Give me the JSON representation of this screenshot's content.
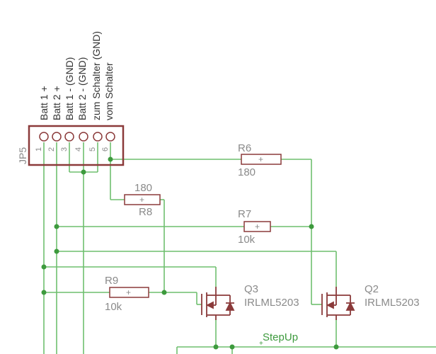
{
  "connector": {
    "ref": "JP5",
    "pins": [
      {
        "num": "1",
        "label": "Batt 1 +"
      },
      {
        "num": "2",
        "label": "Batt 2 +"
      },
      {
        "num": "3",
        "label": "Batt 1 - (GND)"
      },
      {
        "num": "4",
        "label": "Batt 2 - (GND)"
      },
      {
        "num": "5",
        "label": "zum Schalter (GND)"
      },
      {
        "num": "6",
        "label": "vom Schalter"
      }
    ]
  },
  "resistors": [
    {
      "ref": "R6",
      "value": "180"
    },
    {
      "ref": "R8",
      "value": "180"
    },
    {
      "ref": "R7",
      "value": "10k"
    },
    {
      "ref": "R9",
      "value": "10k"
    }
  ],
  "transistors": [
    {
      "ref": "Q3",
      "value": "IRLML5203"
    },
    {
      "ref": "Q2",
      "value": "IRLML5203"
    }
  ],
  "nets": {
    "stepup": "StepUp"
  },
  "symbols": {
    "plus": "+"
  },
  "colors": {
    "wire": "#6fbf6f",
    "part": "#8b3a3a",
    "label": "#8a8a8a"
  }
}
